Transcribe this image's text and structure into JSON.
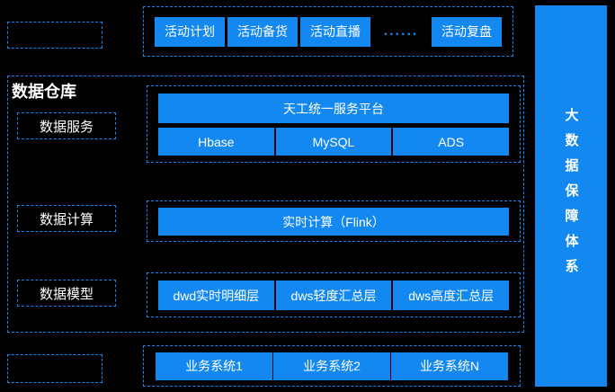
{
  "colors": {
    "accent": "#1388f0",
    "background": "#000000",
    "box_text": "#ffffff"
  },
  "top_row": {
    "items": [
      "活动计划",
      "活动备货",
      "活动直播"
    ],
    "ellipsis": "......",
    "last_item": "活动复盘"
  },
  "right_bar": {
    "label": "大数据保障体系"
  },
  "warehouse": {
    "title": "数据仓库",
    "rows": [
      {
        "label": "数据服务"
      },
      {
        "label": "数据计算"
      },
      {
        "label": "数据模型"
      }
    ],
    "service": {
      "platform": "天工统一服务平台",
      "stores": [
        "Hbase",
        "MySQL",
        "ADS"
      ]
    },
    "compute": {
      "engine": "实时计算（Flink）"
    },
    "model": {
      "layers": [
        "dwd实时明细层",
        "dws轻度汇总层",
        "dws高度汇总层"
      ]
    }
  },
  "bottom_row": {
    "items": [
      "业务系统1",
      "业务系统2",
      "业务系统N"
    ]
  }
}
